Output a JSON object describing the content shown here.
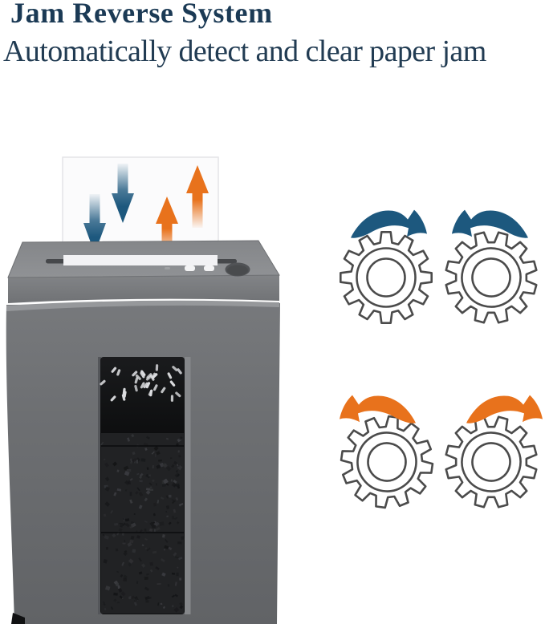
{
  "header": {
    "title": "Jam Reverse System",
    "subtitle": "Automatically detect and clear paper jam"
  },
  "colors": {
    "heading_navy": "#1b3a55",
    "subtitle_navy": "#223c53",
    "arrow_blue": "#1d587e",
    "arrow_orange": "#e8721c",
    "gear_outline": "#4b4b4b",
    "lid_top_gray": "#8a8c8f",
    "lid_front_gray": "#7b7d80",
    "body_gray": "#6d6f72",
    "window_black": "#0e0f10",
    "paper_white": "#fbfbfc",
    "led_white": "#f4f4f5",
    "confetti_gray": "#dcdde0"
  },
  "illustration": {
    "device": "paper-shredder",
    "paper_arrows": [
      {
        "direction": "down",
        "color": "blue"
      },
      {
        "direction": "down",
        "color": "blue"
      },
      {
        "direction": "up",
        "color": "orange"
      },
      {
        "direction": "up",
        "color": "orange"
      }
    ],
    "shredder": {
      "leds": 2,
      "power_opening": 1,
      "window_confetti": true,
      "shred_pile": true
    },
    "gears": [
      {
        "row": "top",
        "side": "left",
        "arrow_color": "blue",
        "rotation": "clockwise"
      },
      {
        "row": "top",
        "side": "right",
        "arrow_color": "blue",
        "rotation": "counter-clockwise"
      },
      {
        "row": "bottom",
        "side": "left",
        "arrow_color": "orange",
        "rotation": "counter-clockwise"
      },
      {
        "row": "bottom",
        "side": "right",
        "arrow_color": "orange",
        "rotation": "clockwise"
      }
    ]
  }
}
